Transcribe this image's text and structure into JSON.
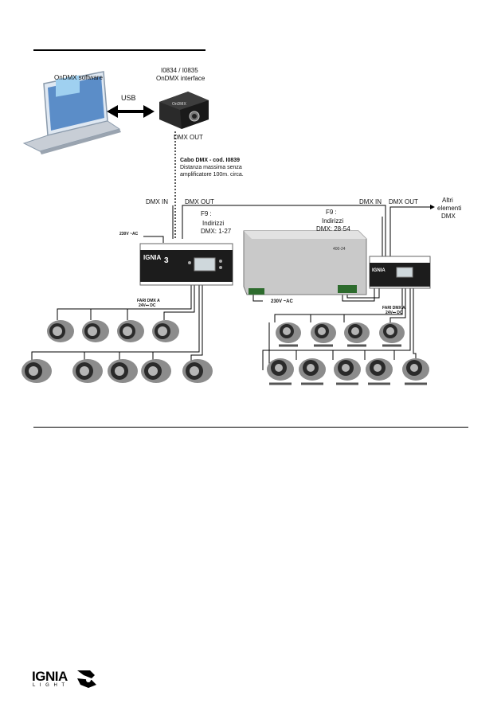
{
  "diagram": {
    "software": {
      "label": "OnDMX software"
    },
    "usb": {
      "label": "USB"
    },
    "interface": {
      "model": "I0834 / I0835",
      "name": "OnDMX interface"
    },
    "dmx_out_top": "DMX OUT",
    "cable": {
      "title": "Cabo DMX - cod. I0839",
      "line1": "Distanza massima senza",
      "line2": "amplificatore 100m. circa."
    },
    "controller1": {
      "dmx_in": "DMX IN",
      "dmx_out": "DMX OUT",
      "mode": "F9 :",
      "addr_label": "Indirizzi",
      "addr_range": "DMX: 1-27",
      "power": "230V ~AC",
      "output_line1": "FARI DMX A",
      "output_line2": "24V⎓ DC"
    },
    "psu": {
      "mode": "F9 :",
      "addr_label": "Indirizzi",
      "addr_range": "DMX: 28-54",
      "power": "230V ~AC"
    },
    "controller2": {
      "dmx_in": "DMX IN",
      "dmx_out": "DMX OUT",
      "output_line1": "FARI DMX A",
      "output_line2": "24V⎓ DC"
    },
    "other_elements": [
      "Altri",
      "elementi",
      "DMX"
    ]
  },
  "footer": {
    "logo_text": "IGNIA",
    "logo_sub": "L I G H T"
  }
}
